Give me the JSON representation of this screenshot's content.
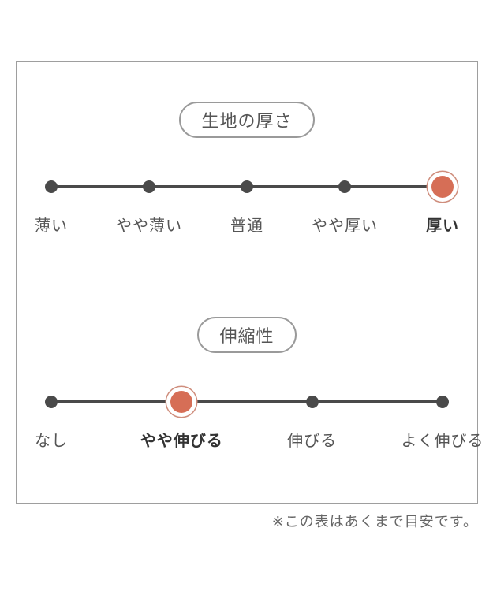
{
  "page": {
    "note": "※この表はあくまで目安です。"
  },
  "colors": {
    "background": "#ffffff",
    "box_border": "#9e9e9e",
    "pill_border": "#9a9a9a",
    "line": "#4a4a4a",
    "dot": "#4a4a4a",
    "selected_dot_fill": "#d66e56",
    "selected_dot_ring": "#cf8e7d",
    "label_text": "#555555",
    "selected_label_text": "#333333",
    "note_text": "#666666"
  },
  "scales": [
    {
      "title": "生地の厚さ",
      "labels": [
        "薄い",
        "やや薄い",
        "普通",
        "やや厚い",
        "厚い"
      ],
      "selected_index": 4,
      "selected_label": "厚い"
    },
    {
      "title": "伸縮性",
      "labels": [
        "なし",
        "やや伸びる",
        "伸びる",
        "よく伸びる"
      ],
      "selected_index": 1,
      "selected_label": "やや伸びる"
    }
  ],
  "chart_data": [
    {
      "type": "rating-scale",
      "title": "生地の厚さ",
      "categories": [
        "薄い",
        "やや薄い",
        "普通",
        "やや厚い",
        "厚い"
      ],
      "selected_index": 4,
      "selected_value": "厚い",
      "legend_position": "none",
      "notes": "5-step categorical scale, rightmost point highlighted in orange"
    },
    {
      "type": "rating-scale",
      "title": "伸縮性",
      "categories": [
        "なし",
        "やや伸びる",
        "伸びる",
        "よく伸びる"
      ],
      "selected_index": 1,
      "selected_value": "やや伸びる",
      "legend_position": "none",
      "notes": "4-step categorical scale, second point highlighted in orange"
    }
  ]
}
